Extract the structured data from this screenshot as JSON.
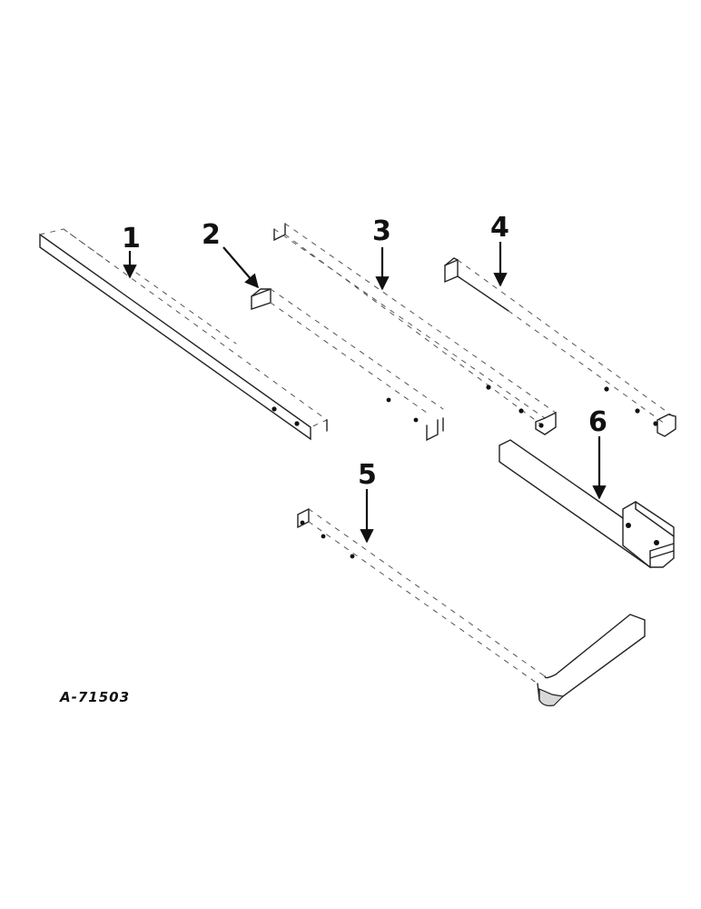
{
  "figure": {
    "code": "A-71503",
    "callouts": [
      {
        "id": "1",
        "label": "1"
      },
      {
        "id": "2",
        "label": "2"
      },
      {
        "id": "3",
        "label": "3"
      },
      {
        "id": "4",
        "label": "4"
      },
      {
        "id": "5",
        "label": "5"
      },
      {
        "id": "6",
        "label": "6"
      }
    ]
  },
  "colors": {
    "ink": "#111111",
    "background": "#ffffff"
  }
}
